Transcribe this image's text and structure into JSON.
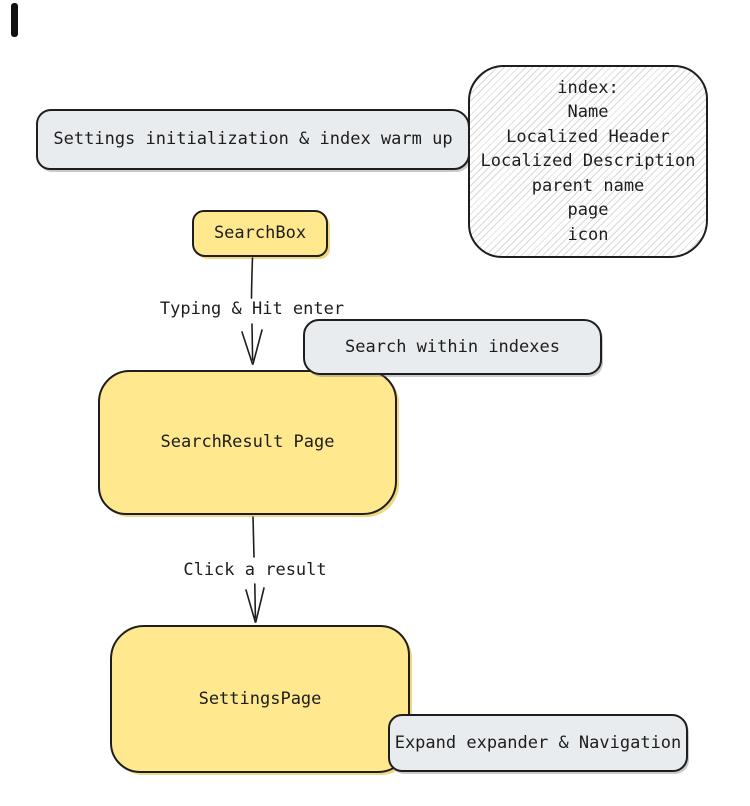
{
  "diagram": {
    "nodes": {
      "settings_init": {
        "label": "Settings initialization & index warm up"
      },
      "search_box": {
        "label": "SearchBox"
      },
      "search_within": {
        "label": "Search within indexes"
      },
      "search_result": {
        "label": "SearchResult Page"
      },
      "settings_page": {
        "label": "SettingsPage"
      },
      "expand_nav": {
        "label": "Expand expander & Navigation"
      },
      "index_note": {
        "lines": [
          "index:",
          "Name",
          "Localized Header",
          "Localized Description",
          "parent name",
          "page",
          "icon"
        ]
      }
    },
    "edges": {
      "typing_enter": {
        "label": "Typing & Hit enter"
      },
      "click_result": {
        "label": "Click a result"
      }
    },
    "colors": {
      "stroke": "#1e1e1e",
      "yellow_fill": "#ffe88d",
      "gray_fill": "#e9ecef",
      "hatch_line": "#d9d9d9",
      "background": "#ffffff"
    }
  }
}
